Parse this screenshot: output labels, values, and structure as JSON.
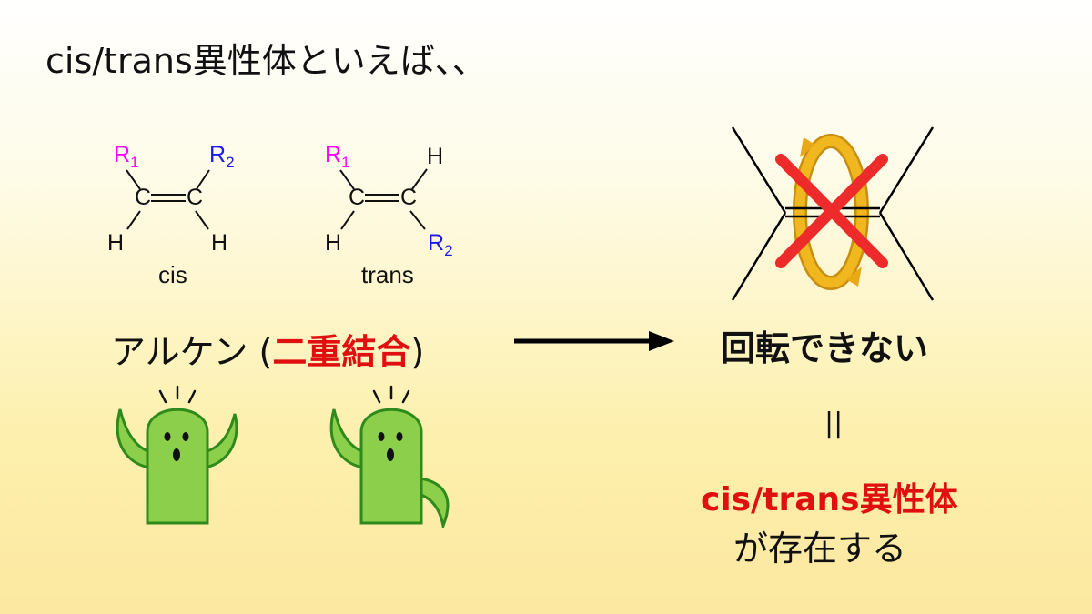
{
  "title": "cis/trans異性体といえば、、",
  "cis": {
    "r1_letter": "R",
    "r1_sub": "1",
    "r2_letter": "R",
    "r2_sub": "2",
    "c_left": "C",
    "c_right": "C",
    "h_left": "H",
    "h_right": "H",
    "label": "cis"
  },
  "trans": {
    "r1_letter": "R",
    "r1_sub": "1",
    "h_top": "H",
    "c_left": "C",
    "c_right": "C",
    "h_left": "H",
    "r2_letter": "R",
    "r2_sub": "2",
    "label": "trans"
  },
  "alkene": {
    "prefix": "アルケン (",
    "highlight": "二重結合",
    "suffix": ")"
  },
  "no_rotation_text": "回転できない",
  "equals_sign": "||",
  "result": {
    "red_text": "cis/trans異性体",
    "black_text": "が存在する"
  },
  "colors": {
    "r1": "#ff00ff",
    "r2": "#1a1af0",
    "highlight": "#e01010",
    "cross": "#ee2b2b",
    "ring": "#e8a915",
    "cactus_fill": "#8ccf4a",
    "cactus_outline": "#2f8a1d"
  }
}
